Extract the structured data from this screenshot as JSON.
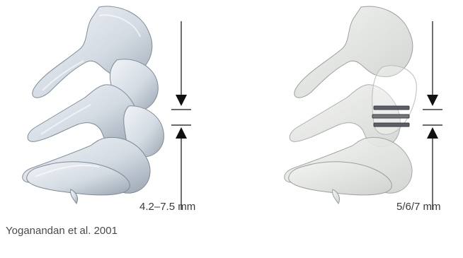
{
  "panels": [
    {
      "measurement": "4.2–7.5 mm",
      "style": "opaque"
    },
    {
      "measurement": "5/6/7 mm",
      "style": "translucent"
    }
  ],
  "caption": "Yoganandan et al. 2001",
  "colors": {
    "bone_fill": "#dde3ea",
    "bone_shade": "#a9b4c0",
    "bone_edge": "#7f8b98",
    "translucent_fill": "#e6e9e6",
    "line": "#111111",
    "text": "#3a3a3a"
  }
}
